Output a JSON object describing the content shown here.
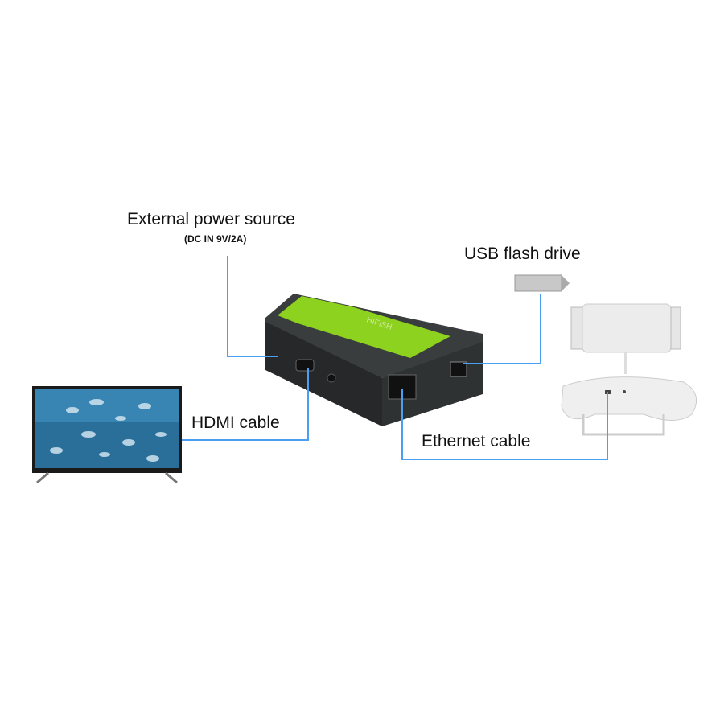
{
  "labels": {
    "power": "External power source",
    "power_spec": "(DC IN 9V/2A)",
    "usb": "USB flash drive",
    "hdmi": "HDMI cable",
    "ethernet": "Ethernet cable"
  },
  "device": {
    "brand": "HIFISH"
  },
  "colors": {
    "connector_line": "#4a9ff0",
    "accent_green": "#8cd21e",
    "box_body": "#2b2e2f"
  }
}
